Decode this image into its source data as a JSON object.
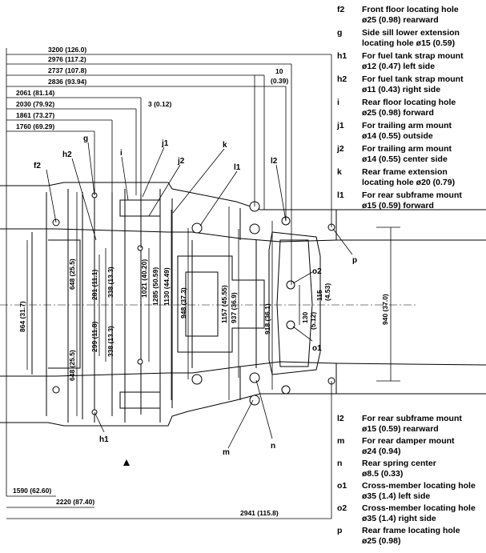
{
  "legend_top": [
    {
      "code": "f2",
      "text": "Front floor locating hole\nø25 (0.98) rearward"
    },
    {
      "code": "g",
      "text": "Side sill lower extension\nlocating hole ø15 (0.59)"
    },
    {
      "code": "h1",
      "text": "For fuel tank strap mount\nø12 (0.47) left side"
    },
    {
      "code": "h2",
      "text": "For fuel tank strap mount\nø11 (0.43) right side"
    },
    {
      "code": "i",
      "text": "Rear floor locating hole\nø25 (0.98) forward"
    },
    {
      "code": "j1",
      "text": "For trailing arm mount\nø14 (0.55) outside"
    },
    {
      "code": "j2",
      "text": "For trailing arm mount\nø14 (0.55) center side"
    },
    {
      "code": "k",
      "text": "Rear frame extension\nlocating hole ø20 (0.79)"
    },
    {
      "code": "l1",
      "text": "For rear subframe mount\nø15 (0.59) forward"
    }
  ],
  "legend_bottom": [
    {
      "code": "l2",
      "text": "For rear subframe mount\nø15 (0.59) rearward"
    },
    {
      "code": "m",
      "text": "For rear damper mount\nø24 (0.94)"
    },
    {
      "code": "n",
      "text": "Rear spring center\nø8.5 (0.33)"
    },
    {
      "code": "o1",
      "text": "Cross-member locating hole\nø35 (1.4) left side"
    },
    {
      "code": "o2",
      "text": "Cross-member locating hole\nø35 (1.4) right side"
    },
    {
      "code": "p",
      "text": "Rear frame locating hole\nø25 (0.98)"
    }
  ],
  "top_dims": {
    "d3200": "3200 (126.0)",
    "d2976": "2976 (117.2)",
    "d2737": "2737 (107.8)",
    "d2836": "2836 (93.94)",
    "d2061": "2061 (81.14)",
    "d2030": "2030 (79.92)",
    "d3": "3 (0.12)",
    "d1861": "1861 (73.27)",
    "d1760": "1760 (69.29)",
    "d10a": "10",
    "d10b": "(0.39)"
  },
  "bottom_dims": {
    "d1590": "1590 (62.60)",
    "d2220": "2220 (87.40)",
    "d2941": "2941 (115.8)"
  },
  "vert_dims": {
    "v864": "864 (31.7)",
    "v648a": "648 (25.5)",
    "v648b": "648 (25.5)",
    "v281": "281 (11.1)",
    "v299": "299 (11.8)",
    "v338a": "338 (13.3)",
    "v338b": "338 (13.3)",
    "v1021": "1021 (40.20)",
    "v1285": "1285 (50.59)",
    "v1130": "1130 (44.49)",
    "v948": "948 (37.3)",
    "v1157": "1157 (45.55)",
    "v937": "937 (36.9)",
    "v918": "918 (36.1)",
    "v115a": "115",
    "v115b": "(4.53)",
    "v130a": "130",
    "v130b": "(5.12)",
    "v940": "940 (37.0)"
  },
  "point_labels": {
    "g": "g",
    "h2": "h2",
    "i": "i",
    "j1": "j1",
    "j2": "j2",
    "k": "k",
    "l1": "l1",
    "l2": "l2",
    "f2": "f2",
    "o2": "o2",
    "o1": "o1",
    "p": "p",
    "h1": "h1",
    "m": "m",
    "n": "n"
  }
}
